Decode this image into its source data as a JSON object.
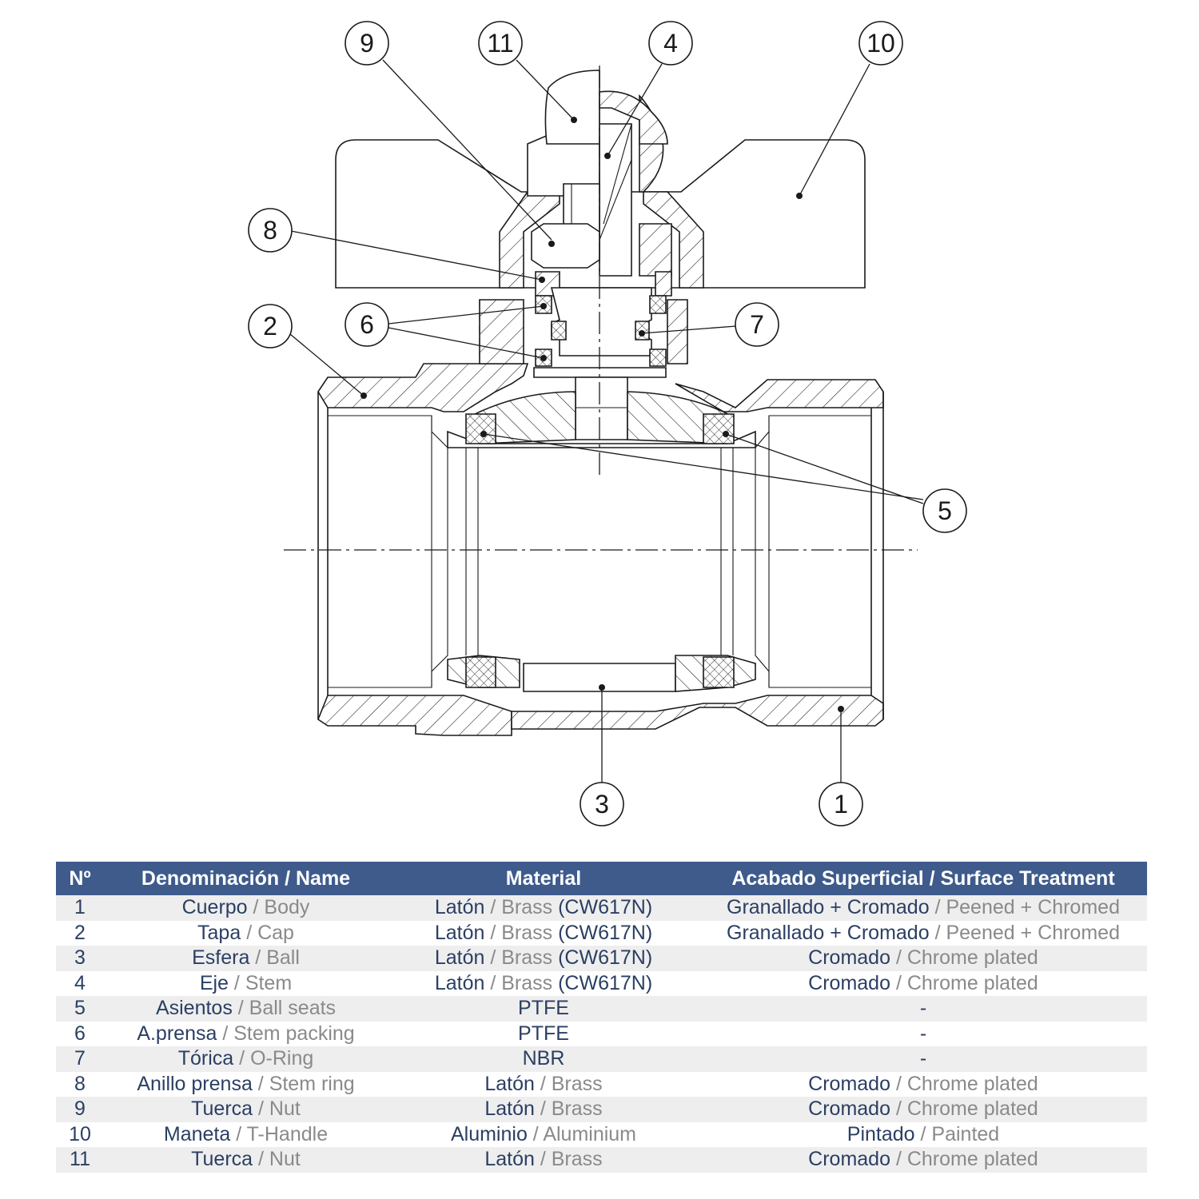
{
  "callouts": [
    "1",
    "2",
    "3",
    "4",
    "5",
    "6",
    "7",
    "8",
    "9",
    "10",
    "11"
  ],
  "table": {
    "headers": {
      "num": "Nº",
      "name": "Denominación / Name",
      "material": "Material",
      "treatment": "Acabado Superficial / Surface Treatment"
    },
    "rows": [
      {
        "num": "1",
        "name_es": "Cuerpo",
        "name_en": "Body",
        "mat_es": "Latón",
        "mat_en": "Brass",
        "mat_code": "(CW617N)",
        "tr_es": "Granallado + Cromado",
        "tr_en": "Peened + Chromed"
      },
      {
        "num": "2",
        "name_es": "Tapa",
        "name_en": "Cap",
        "mat_es": "Latón",
        "mat_en": "Brass",
        "mat_code": "(CW617N)",
        "tr_es": "Granallado + Cromado",
        "tr_en": "Peened + Chromed"
      },
      {
        "num": "3",
        "name_es": "Esfera",
        "name_en": "Ball",
        "mat_es": "Latón",
        "mat_en": "Brass",
        "mat_code": "(CW617N)",
        "tr_es": "Cromado",
        "tr_en": "Chrome plated"
      },
      {
        "num": "4",
        "name_es": "Eje",
        "name_en": "Stem",
        "mat_es": "Latón",
        "mat_en": "Brass",
        "mat_code": "(CW617N)",
        "tr_es": "Cromado",
        "tr_en": "Chrome plated"
      },
      {
        "num": "5",
        "name_es": "Asientos",
        "name_en": "Ball seats",
        "mat_es": "PTFE",
        "mat_en": "",
        "mat_code": "",
        "tr_es": "-",
        "tr_en": ""
      },
      {
        "num": "6",
        "name_es": "A.prensa",
        "name_en": "Stem packing",
        "mat_es": "PTFE",
        "mat_en": "",
        "mat_code": "",
        "tr_es": "-",
        "tr_en": ""
      },
      {
        "num": "7",
        "name_es": "Tórica",
        "name_en": "O-Ring",
        "mat_es": "NBR",
        "mat_en": "",
        "mat_code": "",
        "tr_es": "-",
        "tr_en": ""
      },
      {
        "num": "8",
        "name_es": "Anillo prensa",
        "name_en": "Stem ring",
        "mat_es": "Latón",
        "mat_en": "Brass",
        "mat_code": "",
        "tr_es": "Cromado",
        "tr_en": "Chrome plated"
      },
      {
        "num": "9",
        "name_es": "Tuerca",
        "name_en": "Nut",
        "mat_es": "Latón",
        "mat_en": "Brass",
        "mat_code": "",
        "tr_es": "Cromado",
        "tr_en": "Chrome plated"
      },
      {
        "num": "10",
        "name_es": "Maneta",
        "name_en": "T-Handle",
        "mat_es": "Aluminio",
        "mat_en": "Aluminium",
        "mat_code": "",
        "tr_es": "Pintado",
        "tr_en": "Painted"
      },
      {
        "num": "11",
        "name_es": "Tuerca",
        "name_en": "Nut",
        "mat_es": "Latón",
        "mat_en": "Brass",
        "mat_code": "",
        "tr_es": "Cromado",
        "tr_en": "Chrome plated"
      }
    ]
  }
}
